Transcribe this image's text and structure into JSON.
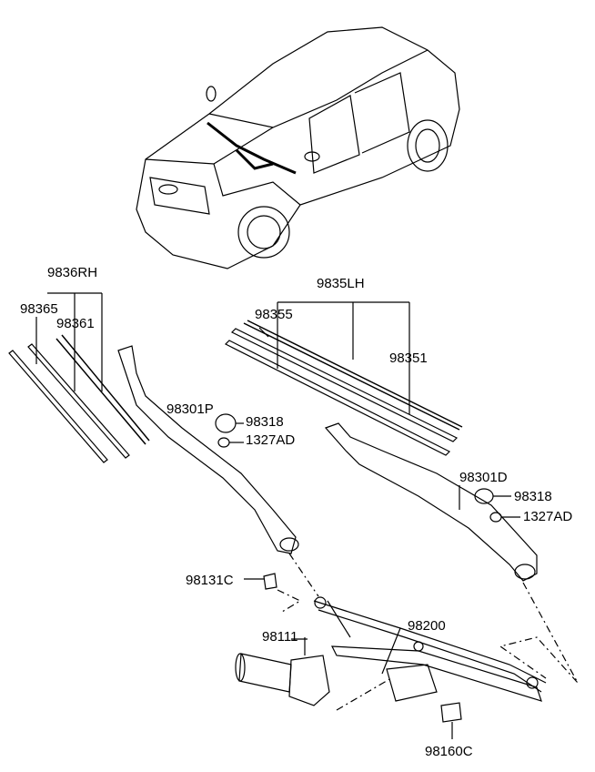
{
  "labels": {
    "blade_assy_rh": "9836RH",
    "refill_rh": "98365",
    "blade_rh": "98361",
    "blade_assy_lh": "9835LH",
    "refill_lh": "98355",
    "blade_lh": "98351",
    "arm_passenger": "98301P",
    "cap_passenger": "98318",
    "nut_passenger": "1327AD",
    "arm_driver": "98301D",
    "cap_driver": "98318",
    "nut_driver": "1327AD",
    "nut_pivot": "98131C",
    "motor": "98111",
    "linkage": "98200",
    "bracket": "98160C"
  }
}
